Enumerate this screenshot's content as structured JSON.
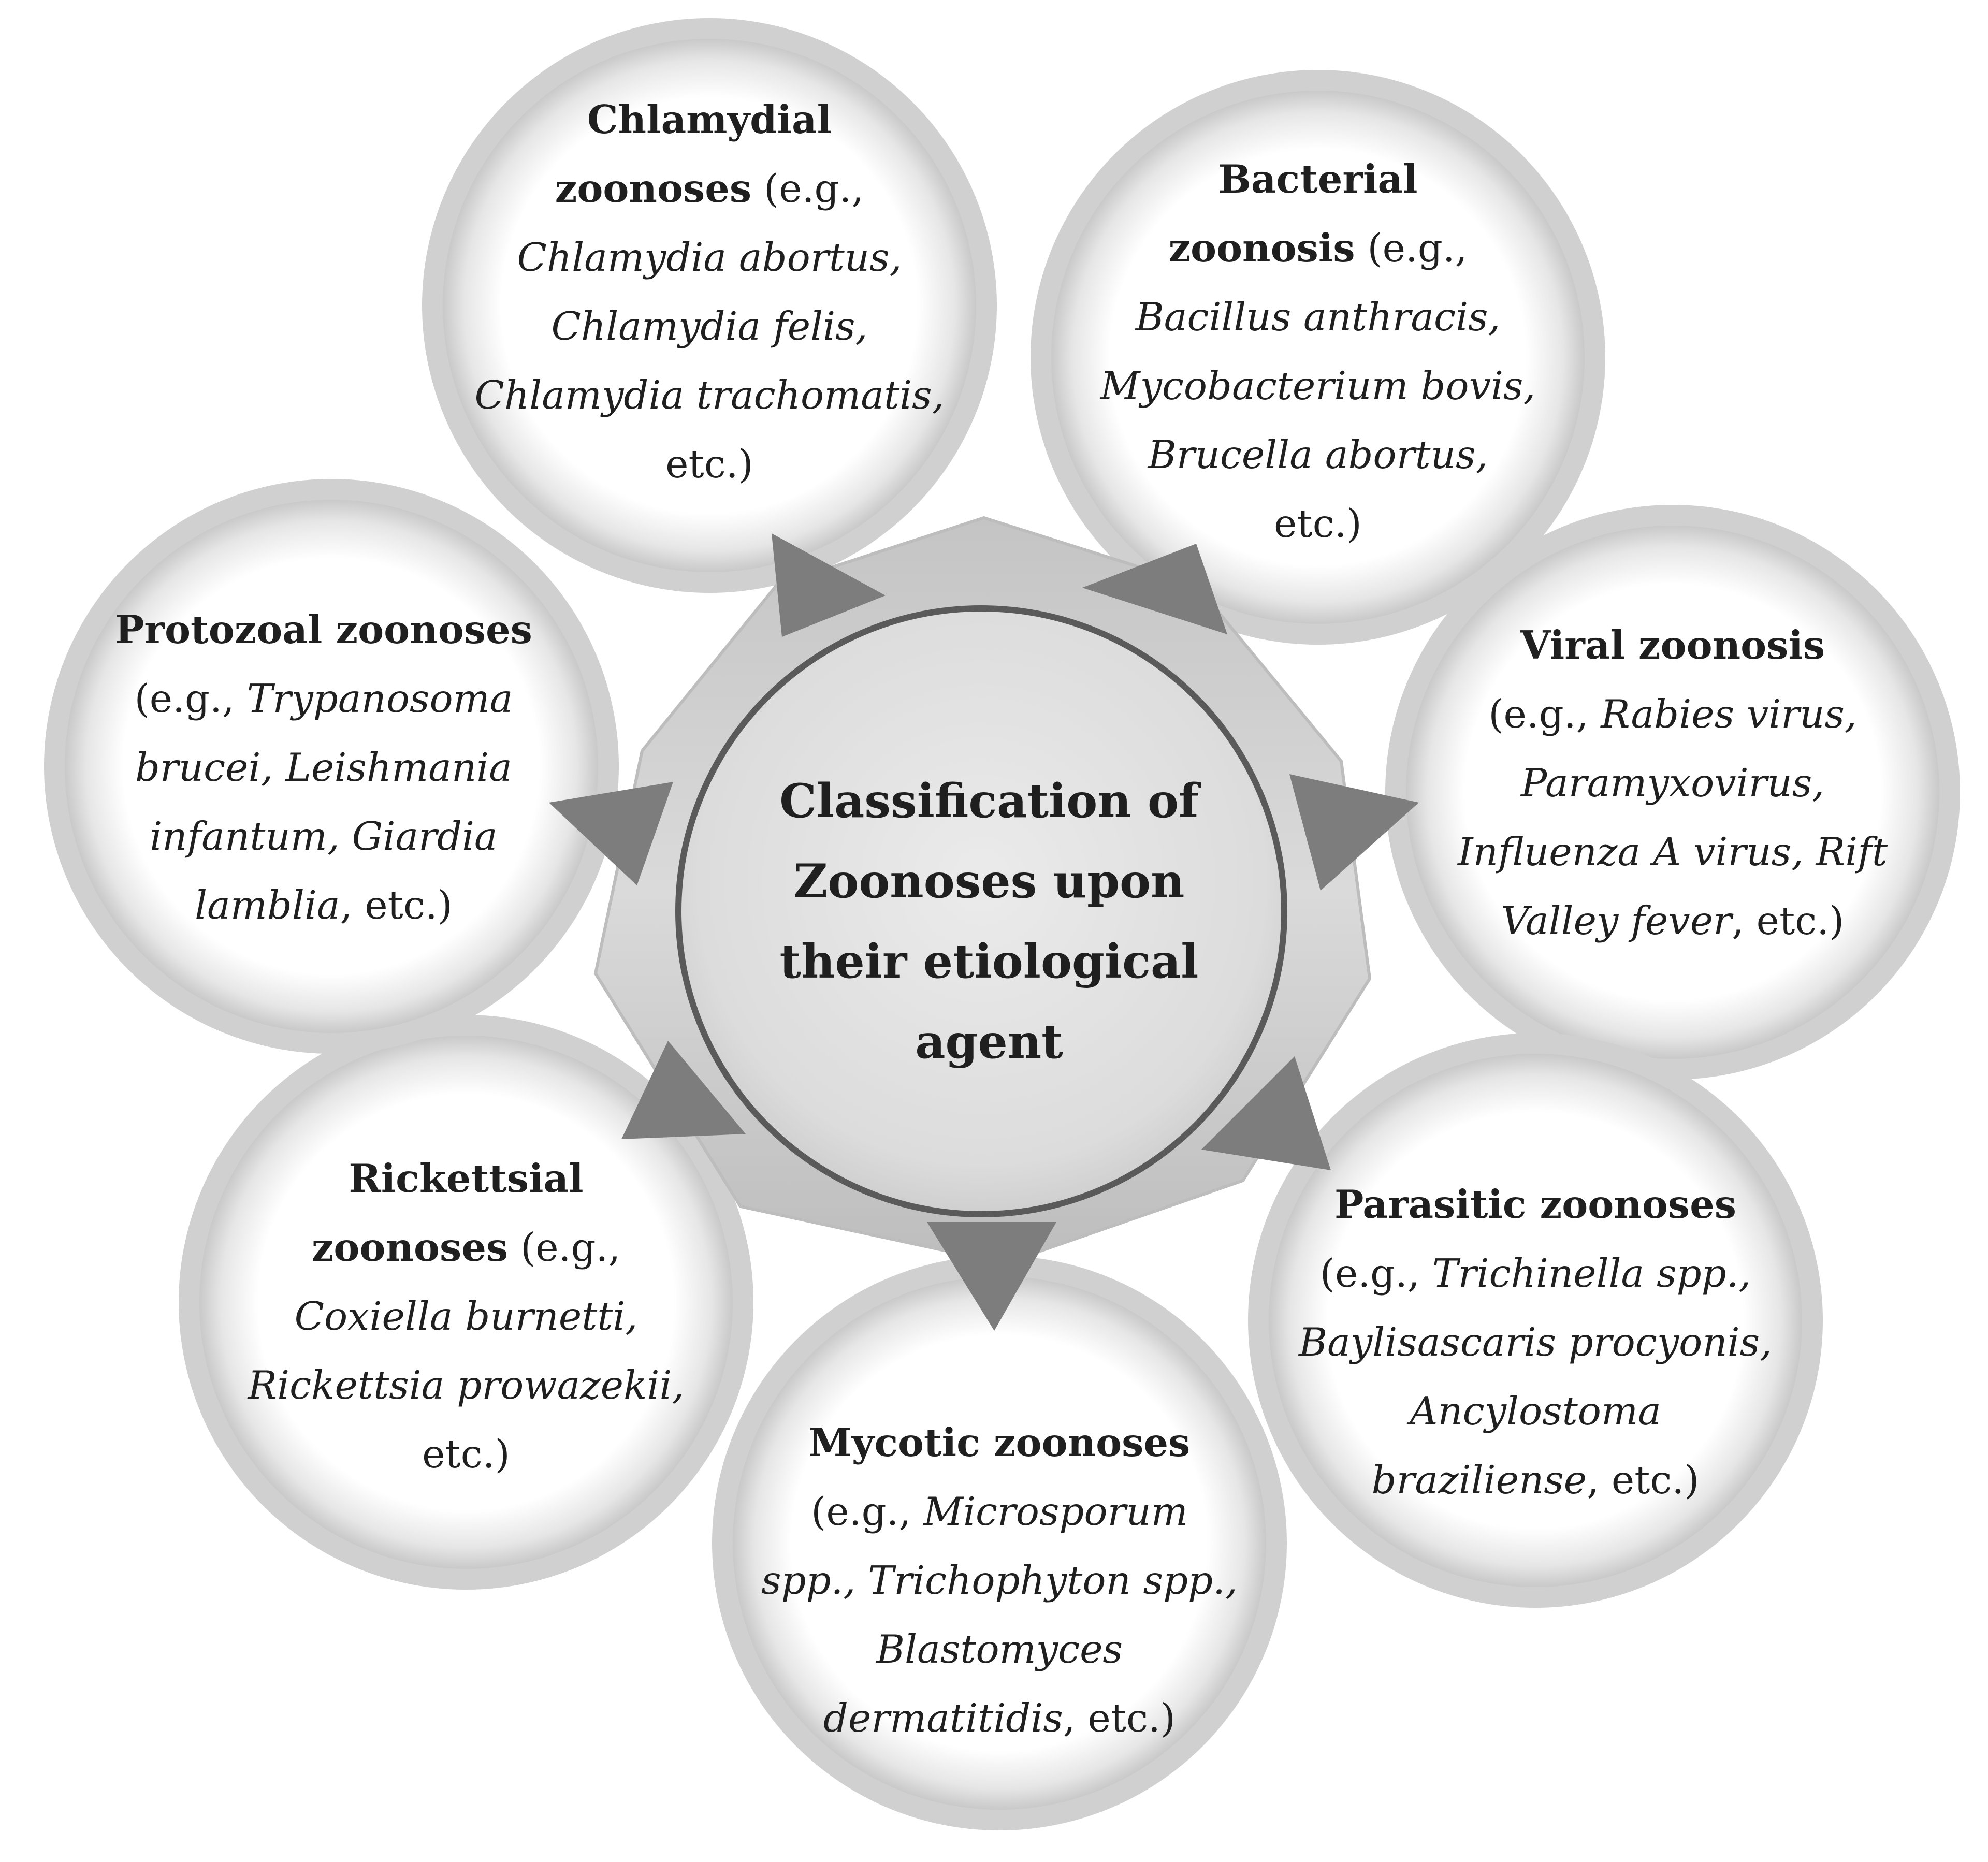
{
  "center": {
    "lines": [
      "Classification of",
      "Zoonoses upon",
      "their etiological",
      "agent"
    ]
  },
  "bubbles": {
    "chlamydial": {
      "heading_a": "Chlamydial",
      "heading_b": "zoonoses",
      "eg": "(e.g.,",
      "examples": [
        "Chlamydia abortus,",
        "Chlamydia felis,",
        "Chlamydia trachomatis,"
      ],
      "etc": "etc.)"
    },
    "bacterial": {
      "heading_a": "Bacterial",
      "heading_b": "zoonosis",
      "eg": "(e.g.,",
      "examples": [
        "Bacillus anthracis,",
        "Mycobacterium bovis,",
        "Brucella abortus,"
      ],
      "etc": "etc.)"
    },
    "viral": {
      "heading": "Viral zoonosis",
      "eg": "(e.g.,",
      "ex1": "Rabies virus,",
      "ex2": "Paramyxovirus,",
      "ex3": "Influenza A virus, Rift",
      "ex4": "Valley fever",
      "etc": ", etc.)"
    },
    "parasitic": {
      "heading": "Parasitic zoonoses",
      "eg": "(e.g.,",
      "ex1": "Trichinella spp.,",
      "ex2": "Baylisascaris procyonis,",
      "ex3": "Ancylostoma",
      "ex4": "braziliense",
      "etc": ", etc.)"
    },
    "mycotic": {
      "heading": "Mycotic zoonoses",
      "eg": "(e.g.,",
      "ex1": "Microsporum",
      "ex2": "spp., Trichophyton spp.,",
      "ex3": "Blastomyces",
      "ex4": "dermatitidis",
      "etc": ", etc.)"
    },
    "rickettsial": {
      "heading_a": "Rickettsial",
      "heading_b": "zoonoses",
      "eg": "(e.g.,",
      "examples": [
        "Coxiella burnetti,",
        "Rickettsia prowazekii,"
      ],
      "etc": "etc.)"
    },
    "protozoal": {
      "heading": "Protozoal zoonoses",
      "eg": "(e.g.,",
      "ex1": "Trypanosoma",
      "ex2": "brucei, Leishmania",
      "ex3": "infantum, Giardia",
      "ex4": "lamblia",
      "etc": ", etc.)"
    }
  },
  "colors": {
    "ring": "#d2d2d2",
    "arrow": "#7d7d7d",
    "polygon": "#c8c8c8",
    "center_fill": "#dedede",
    "center_ring": "#5a5a5a",
    "text": "#1f1f1f"
  }
}
